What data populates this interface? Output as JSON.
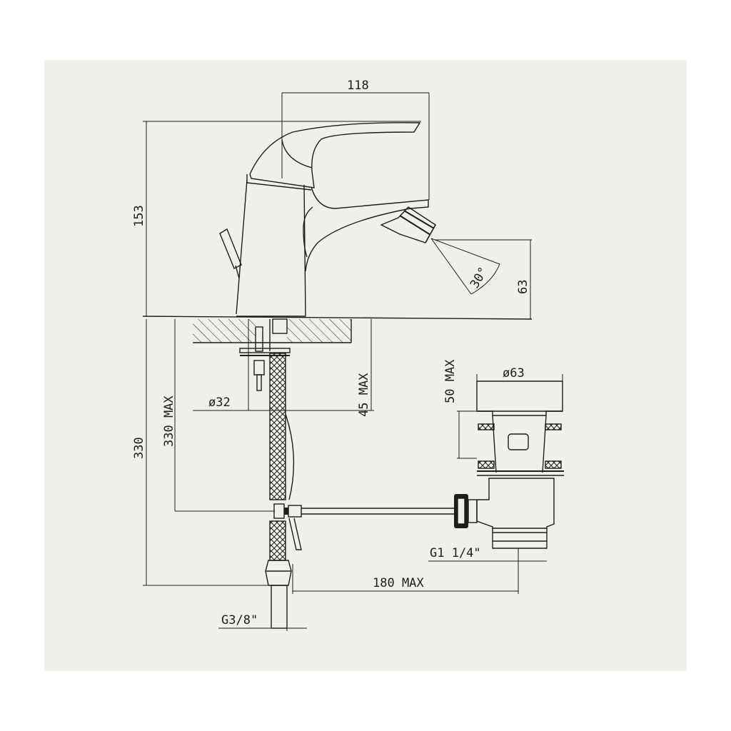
{
  "dimensions": {
    "handle_width": "118",
    "height_total": "153",
    "spout_height": "63",
    "spray_angle": "30°",
    "mount_depth": "45 MAX",
    "hole_diameter": "ø32",
    "flex_length_max": "330 MAX",
    "flex_length": "330",
    "drain_diameter": "ø63",
    "drain_depth": "50 MAX",
    "drain_thread": "G1 1/4\"",
    "rod_length": "180 MAX",
    "inlet_thread": "G3/8\""
  },
  "colors": {
    "background": "#efefeb",
    "ink": "#1d1d1b"
  }
}
